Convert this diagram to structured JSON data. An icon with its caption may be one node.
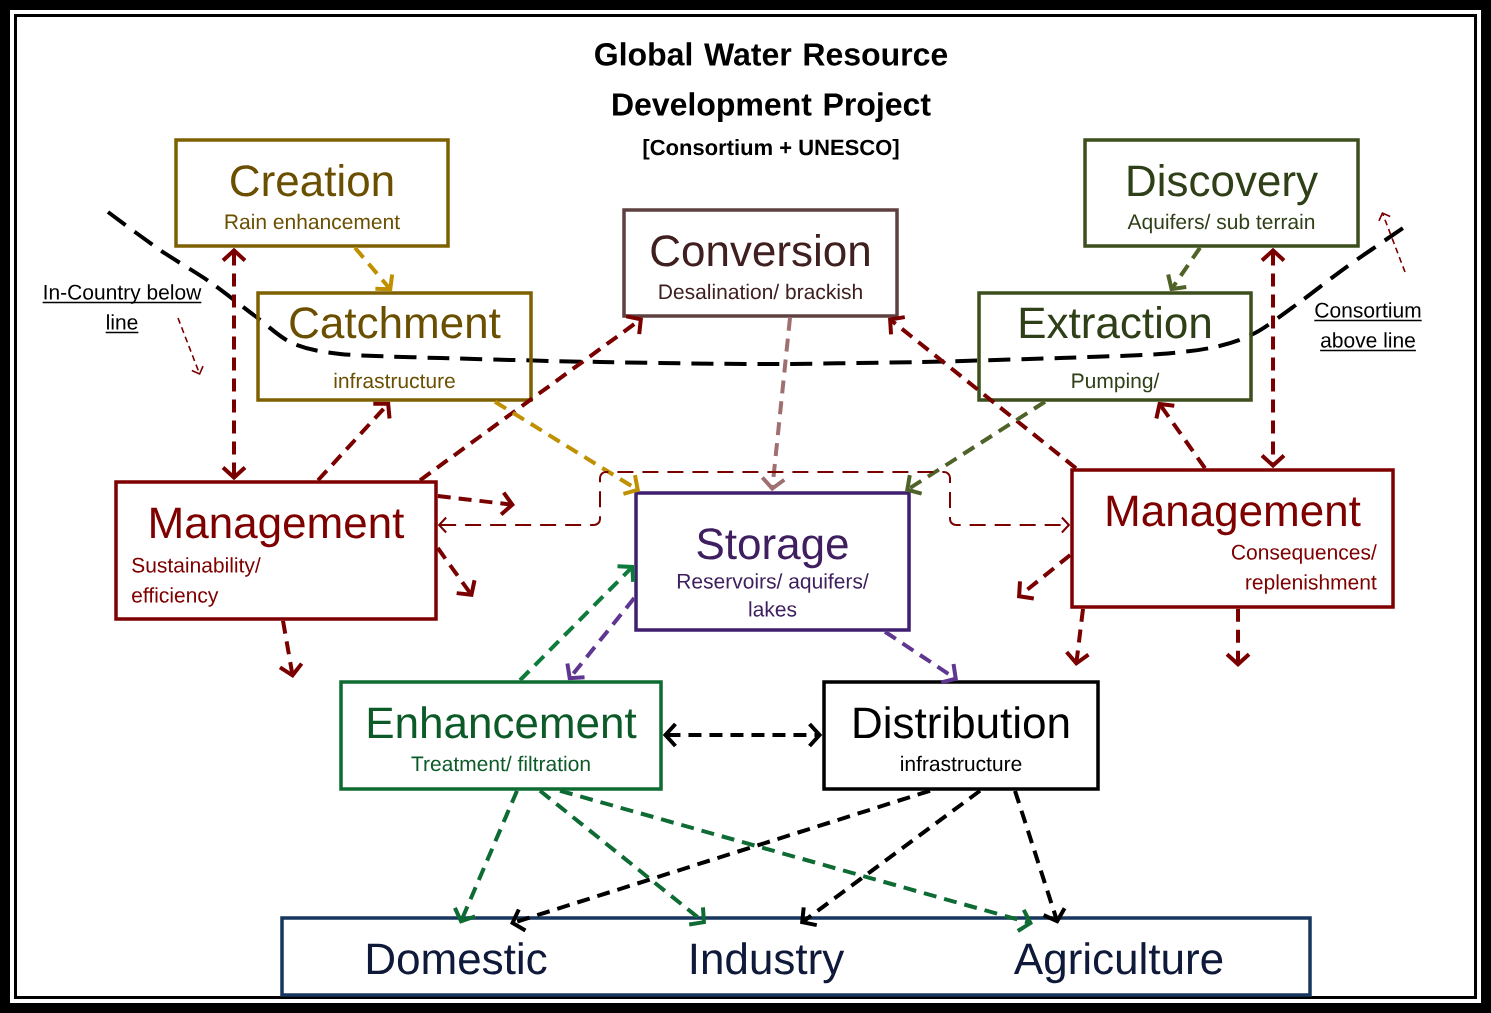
{
  "diagram": {
    "title": "Global Water Resource Development Project",
    "nodes": [
      {
        "text": [
          "Creation",
          "Rain enhancement"
        ]
      },
      {
        "text": [
          "Discovery",
          "Aquifers/ sub terrain"
        ]
      },
      {
        "text": [
          "Conversion",
          "Desalination/ brackish"
        ]
      },
      {
        "text": [
          "Catchment",
          "infrastructure"
        ]
      },
      {
        "text": [
          "Extraction",
          "Pumping/"
        ]
      },
      {
        "text": [
          "Management",
          "Sustainability/ efficiency"
        ]
      },
      {
        "text": [
          "Storage",
          "Reservoirs/ aquifers/ lakes"
        ]
      },
      {
        "text": [
          "Management",
          "Consequences/ replenishment"
        ]
      },
      {
        "text": [
          "Enhancement",
          "Treatment/ filtration"
        ]
      },
      {
        "text": [
          "Distribution",
          "infrastructure"
        ]
      },
      {
        "text": [],
        "shape": "box"
      },
      {
        "text": [
          "Domestic"
        ],
        "in": 10
      },
      {
        "text": [
          "Industry"
        ],
        "in": 10
      },
      {
        "text": [
          "Agriculture"
        ],
        "in": 10
      }
    ],
    "edges": [
      {
        "from": 0,
        "to": 5,
        "arrow": "both",
        "style": "dashed"
      },
      {
        "from": 0,
        "to": 3,
        "arrow": "to",
        "style": "dashed",
        "color": "#bf9000"
      },
      {
        "from": 5,
        "to": 3,
        "arrow": "to",
        "style": "dashed"
      },
      {
        "from": 5,
        "to": 2,
        "arrow": "to",
        "style": "dashed"
      },
      {
        "from": 3,
        "to": 6,
        "arrow": "to",
        "style": "dashed",
        "color": "#bf9000"
      },
      {
        "from": 2,
        "to": 6,
        "arrow": "to",
        "style": "dashed",
        "color": "#a07070"
      },
      {
        "from": 1,
        "to": 4,
        "arrow": "to",
        "style": "dashed",
        "color": "#4f6228"
      },
      {
        "from": 7,
        "to": 4,
        "arrow": "to",
        "style": "dashed"
      },
      {
        "from": 1,
        "to": 7,
        "arrow": "both",
        "style": "dashed"
      },
      {
        "from": 7,
        "to": 2,
        "arrow": "to",
        "style": "dashed"
      },
      {
        "from": 4,
        "to": 6,
        "arrow": "to",
        "style": "dashed",
        "color": "#4f6228"
      },
      {
        "from": 5,
        "to": 7,
        "arrow": "both",
        "style": "dashed"
      },
      {
        "from": 5,
        "to": null,
        "arrow": "to",
        "style": "dashed"
      },
      {
        "from": 5,
        "to": null,
        "arrow": "to",
        "style": "dashed"
      },
      {
        "from": 5,
        "to": null,
        "arrow": "to",
        "style": "dashed"
      },
      {
        "from": 7,
        "to": null,
        "arrow": "to",
        "style": "dashed"
      },
      {
        "from": 7,
        "to": null,
        "arrow": "to",
        "style": "dashed"
      },
      {
        "from": 7,
        "to": null,
        "arrow": "to",
        "style": "dashed"
      },
      {
        "from": 6,
        "to": 8,
        "arrow": "to",
        "style": "dashed",
        "color": "#5f3790"
      },
      {
        "from": 8,
        "to": 6,
        "arrow": "to",
        "style": "dashed",
        "color": "#0e7a3c"
      },
      {
        "from": 6,
        "to": 9,
        "arrow": "to",
        "style": "dashed",
        "color": "#5f3790"
      },
      {
        "from": 8,
        "to": 9,
        "arrow": "both",
        "style": "dashed",
        "color": "#000000"
      },
      {
        "from": 8,
        "to": 11,
        "arrow": "to",
        "style": "dashed",
        "color": "#0e6b34"
      },
      {
        "from": 8,
        "to": 12,
        "arrow": "to",
        "style": "dashed",
        "color": "#0e6b34"
      },
      {
        "from": 8,
        "to": 13,
        "arrow": "to",
        "style": "dashed",
        "color": "#0e6b34"
      },
      {
        "from": 9,
        "to": 11,
        "arrow": "to",
        "style": "dashed",
        "color": "#000000"
      },
      {
        "from": 9,
        "to": 12,
        "arrow": "to",
        "style": "dashed",
        "color": "#000000"
      },
      {
        "from": 9,
        "to": 13,
        "arrow": "to",
        "style": "dashed",
        "color": "#000000"
      }
    ],
    "labels": [
      "[Consortium + UNESCO]",
      "In-Country below line",
      "Consortium above line"
    ]
  }
}
